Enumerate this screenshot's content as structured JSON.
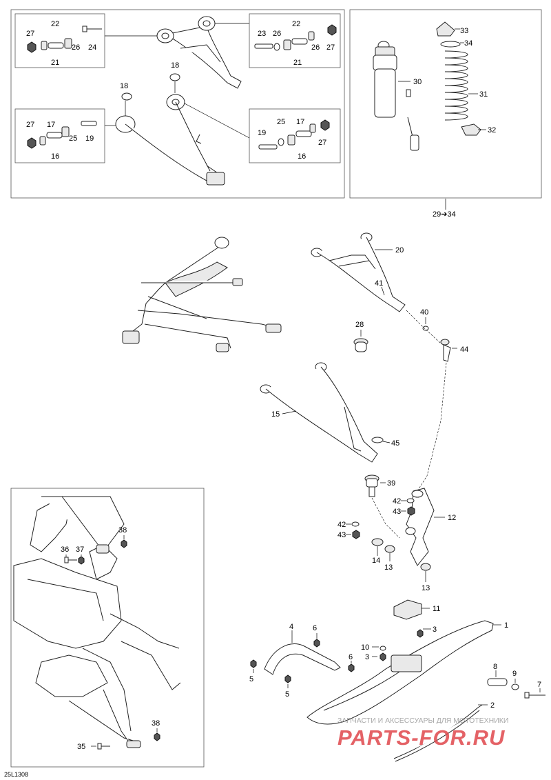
{
  "diagram": {
    "drawing_code": "25L1308",
    "kit_reference": "29➔34",
    "colors": {
      "line": "#000000",
      "frame": "#555555",
      "watermark_red": "#e0474c",
      "watermark_gray": "#9a9a9a"
    },
    "watermark": {
      "tagline": "ЗАПЧАСТИ И АКСЕССУАРЫ ДЛЯ МОТОТЕХНИКИ",
      "brand": "PARTS-FOR.RU"
    },
    "callouts": {
      "c1": "1",
      "c2": "2",
      "c3a": "3",
      "c3b": "3",
      "c4": "4",
      "c5a": "5",
      "c5b": "5",
      "c6a": "6",
      "c6b": "6",
      "c7": "7",
      "c8": "8",
      "c9": "9",
      "c10": "10",
      "c11": "11",
      "c12": "12",
      "c13a": "13",
      "c13b": "13",
      "c14": "14",
      "c15": "15",
      "c16a": "16",
      "c16b": "16",
      "c17a": "17",
      "c17b": "17",
      "c18a": "18",
      "c18b": "18",
      "c19a": "19",
      "c19b": "19",
      "c20": "20",
      "c21a": "21",
      "c21b": "21",
      "c22a": "22",
      "c22b": "22",
      "c23": "23",
      "c24": "24",
      "c25a": "25",
      "c25b": "25",
      "c26a": "26",
      "c26b": "26",
      "c27a": "27",
      "c27b": "27",
      "c27c": "27",
      "c27d": "27",
      "c28": "28",
      "c30": "30",
      "c31": "31",
      "c32": "32",
      "c33": "33",
      "c34": "34",
      "c35": "35",
      "c36": "36",
      "c37": "37",
      "c38a": "38",
      "c38b": "38",
      "c39": "39",
      "c40": "40",
      "c41": "41",
      "c42a": "42",
      "c42b": "42",
      "c43a": "43",
      "c43b": "43",
      "c44": "44",
      "c45": "45"
    }
  }
}
